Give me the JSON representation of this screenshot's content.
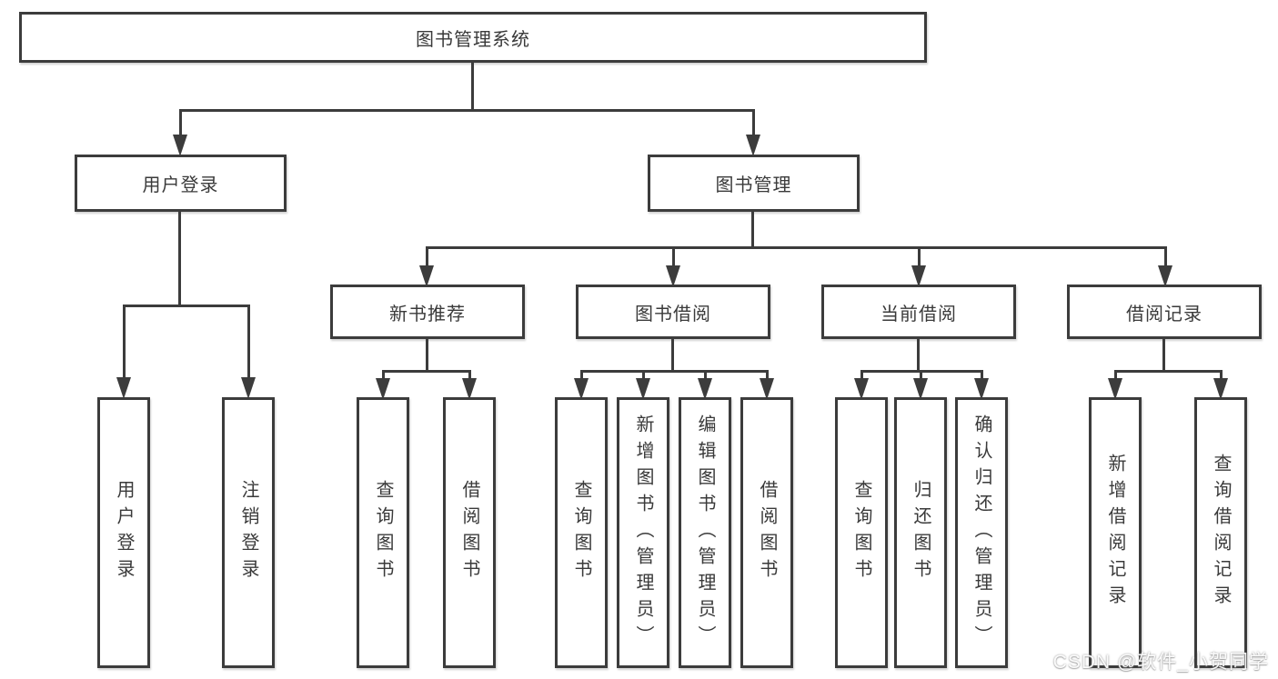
{
  "diagram_type": "hierarchy-tree",
  "watermark": "CSDN @软件_小贺同学",
  "colors": {
    "line": "#3c3c3c",
    "text": "#3a3a3a",
    "bg": "#ffffff"
  },
  "tree": {
    "label": "图书管理系统",
    "children": [
      {
        "label": "用户登录",
        "children": [
          {
            "label": "用户登录"
          },
          {
            "label": "注销登录"
          }
        ]
      },
      {
        "label": "图书管理",
        "children": [
          {
            "label": "新书推荐",
            "children": [
              {
                "label": "查询图书"
              },
              {
                "label": "借阅图书"
              }
            ]
          },
          {
            "label": "图书借阅",
            "children": [
              {
                "label": "查询图书"
              },
              {
                "label": "新增图书（管理员）"
              },
              {
                "label": "编辑图书（管理员）"
              },
              {
                "label": "借阅图书"
              }
            ]
          },
          {
            "label": "当前借阅",
            "children": [
              {
                "label": "查询图书"
              },
              {
                "label": "归还图书"
              },
              {
                "label": "确认归还（管理员）"
              }
            ]
          },
          {
            "label": "借阅记录",
            "children": [
              {
                "label": "新增借阅记录"
              },
              {
                "label": "查询借阅记录"
              }
            ]
          }
        ]
      }
    ]
  }
}
